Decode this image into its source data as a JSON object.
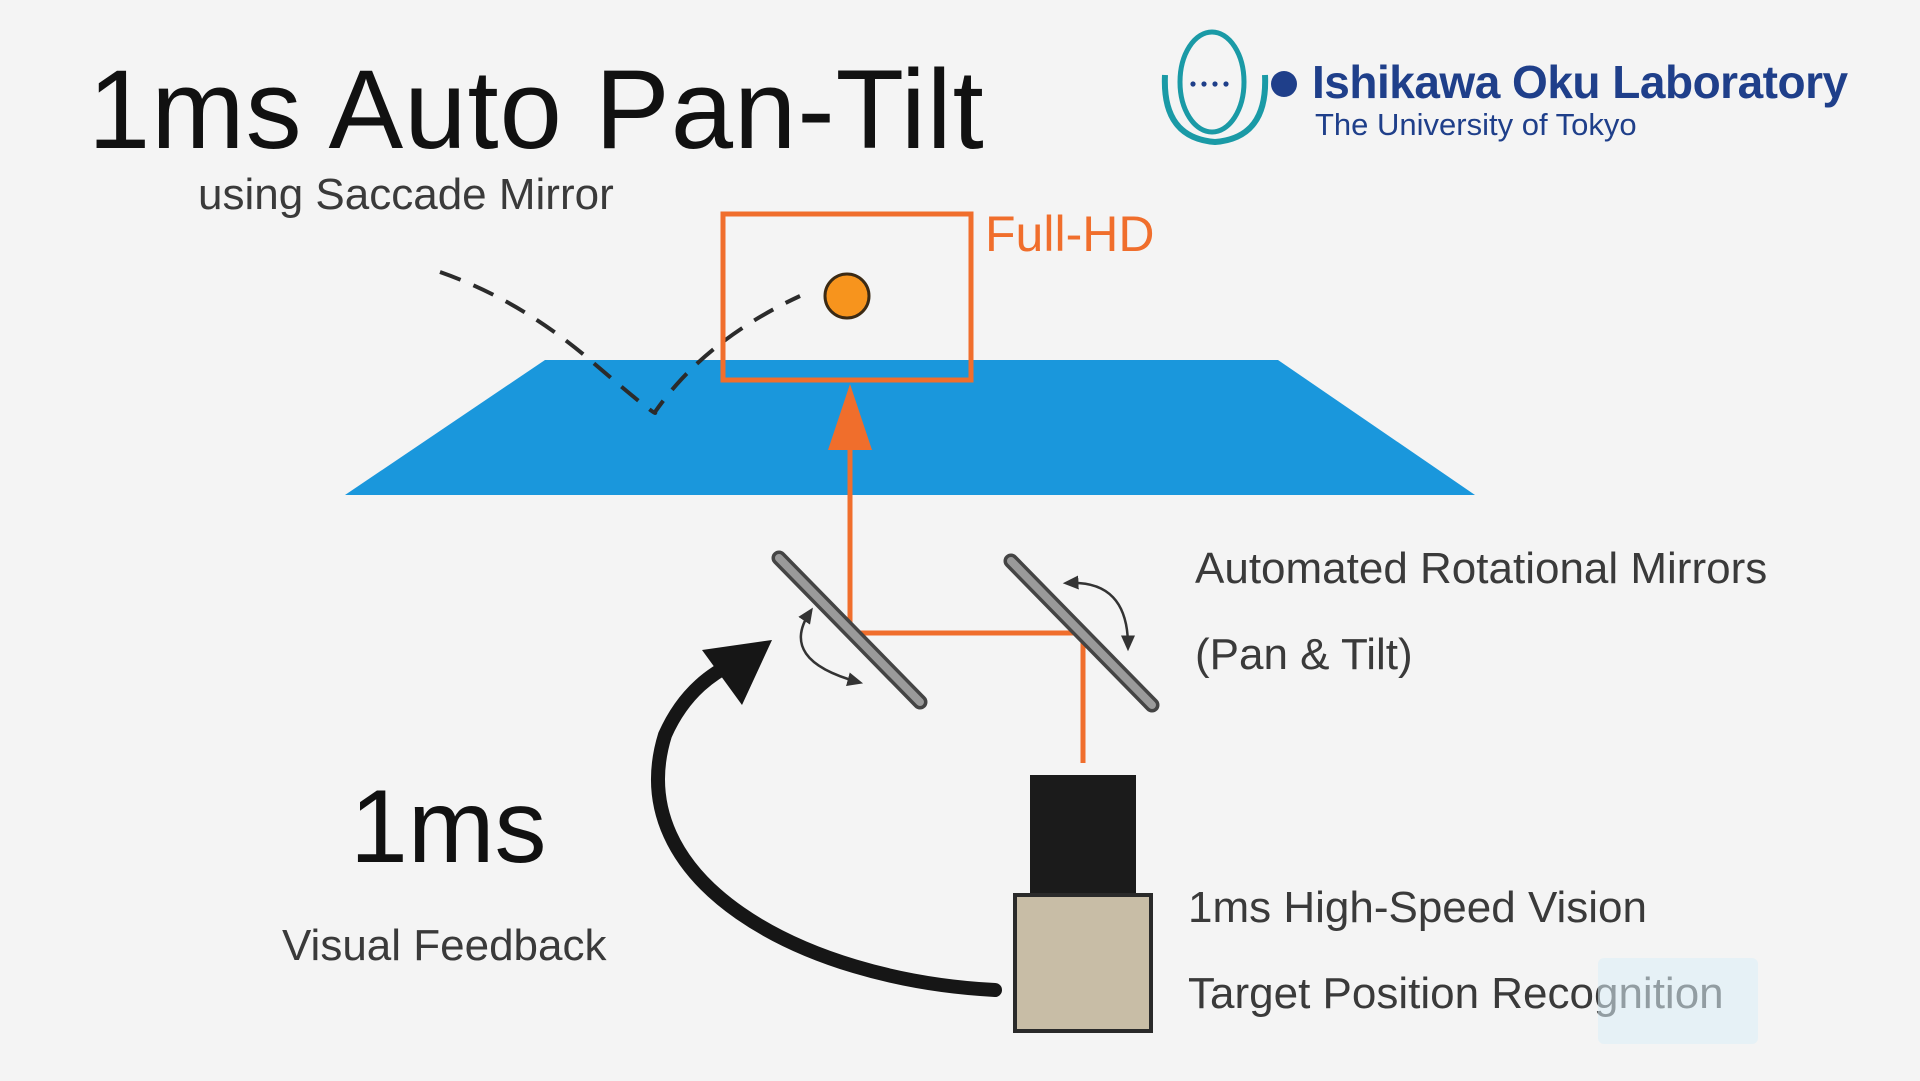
{
  "title": "1ms Auto Pan-Tilt",
  "subtitle": "using Saccade Mirror",
  "labels": {
    "full_hd": "Full-HD",
    "mirrors_line1": "Automated Rotational Mirrors",
    "mirrors_line2": "(Pan & Tilt)",
    "latency_big": "1ms",
    "latency_caption": "Visual Feedback",
    "vision_line1": "1ms High-Speed Vision",
    "vision_line2": "Target Position Recognition"
  },
  "logo": {
    "lab_name": "Ishikawa Oku Laboratory",
    "university": "The University of Tokyo"
  },
  "colors": {
    "background": "#f4f4f4",
    "screen_blue": "#1a97dc",
    "beam_orange": "#f06e2c",
    "ball_orange": "#f7941d",
    "logo_navy": "#1f3f8a",
    "logo_teal": "#1a9aa6",
    "camera_body": "#c8bda6",
    "camera_lens": "#1b1b1b",
    "mirror_gray": "#8a8a8a"
  },
  "icons": [
    "lab-logo-icon",
    "curved-feedback-arrow-icon",
    "rotation-arrow-icon"
  ]
}
